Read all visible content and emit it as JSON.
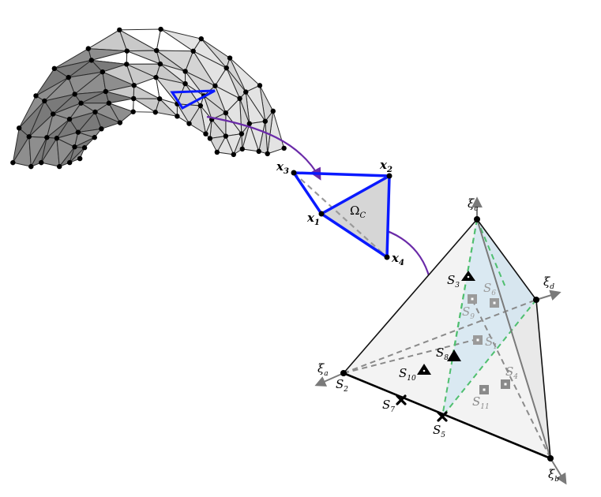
{
  "colors": {
    "element_edge": "#0a1aff",
    "arrow": "#6a2aa8",
    "green_dash": "#4fbf6f",
    "grey_dash": "#888888",
    "face_blue": "#cfe4f1"
  },
  "element": {
    "nodes": [
      {
        "label": "x",
        "sub": "3"
      },
      {
        "label": "x",
        "sub": "2"
      },
      {
        "label": "x",
        "sub": "1"
      },
      {
        "label": "x",
        "sub": "4"
      }
    ],
    "domain": {
      "label": "Ω",
      "sub": "C"
    }
  },
  "reference": {
    "axes": [
      {
        "label": "ξ",
        "sub": "c"
      },
      {
        "label": "ξ",
        "sub": "d"
      },
      {
        "label": "ξ",
        "sub": "a"
      },
      {
        "label": "ξ",
        "sub": "b"
      }
    ],
    "points": [
      {
        "label": "S",
        "sub": "3",
        "marker": "triangle"
      },
      {
        "label": "S",
        "sub": "6",
        "marker": "square"
      },
      {
        "label": "S",
        "sub": "9",
        "marker": "square"
      },
      {
        "label": "S",
        "sub": "1",
        "marker": "square"
      },
      {
        "label": "S",
        "sub": "8",
        "marker": "triangle"
      },
      {
        "label": "S",
        "sub": "10",
        "marker": "triangle"
      },
      {
        "label": "S",
        "sub": "4",
        "marker": "square"
      },
      {
        "label": "S",
        "sub": "11",
        "marker": "square"
      },
      {
        "label": "S",
        "sub": "2",
        "marker": "vertex"
      },
      {
        "label": "S",
        "sub": "7",
        "marker": "cross"
      },
      {
        "label": "S",
        "sub": "5",
        "marker": "cross"
      }
    ]
  }
}
